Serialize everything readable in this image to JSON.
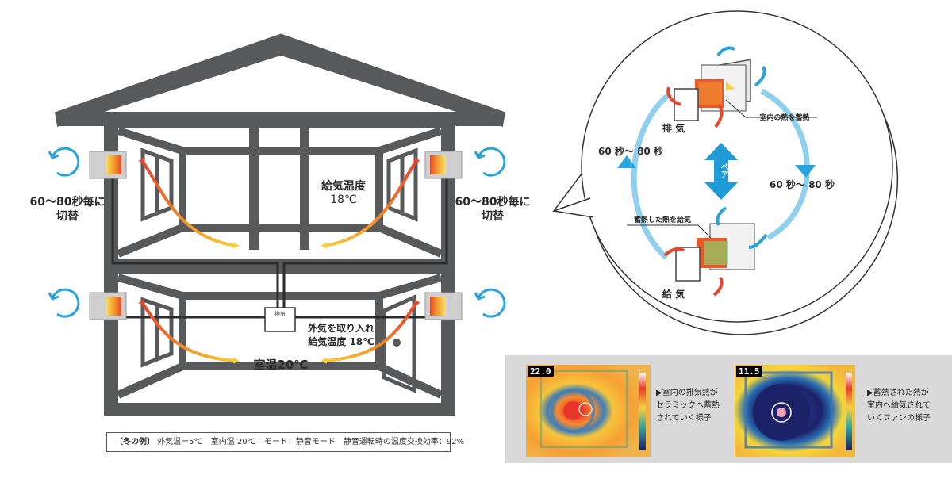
{
  "house": {
    "left_cycle_label_1": "60〜80秒毎に",
    "left_cycle_label_2": "切替",
    "right_cycle_label_1": "60〜80秒毎に",
    "right_cycle_label_2": "切替",
    "supply_temp_label_1": "給気温度",
    "supply_temp_label_2": "18℃",
    "intake_label_1": "外気を取り入れ",
    "intake_label_2": "給気温度 18℃",
    "room_temp_label": "室温20℃",
    "controller_text": "換気"
  },
  "note": {
    "title": "〔冬の例〕",
    "text": "外気温ー5℃　室内温 20℃　モード：静音モード　静音運転時の温度交換効率：92%"
  },
  "bubble": {
    "exhaust_label": "排 気",
    "supply_label": "給 気",
    "pair_label": "ペア",
    "left_interval": "60 秒〜 80 秒",
    "right_interval": "60 秒〜 80 秒",
    "store_heat_label": "室内の熱を蓄熱",
    "supply_heat_label": "蓄熱した熱を給気"
  },
  "thermal": {
    "image1_temp": "22.0",
    "image2_temp": "11.5",
    "caption1_lines": [
      "▶室内の排気熱が",
      "セラミックへ蓄熱",
      "されていく様子"
    ],
    "caption2_lines": [
      "▶蓄熱された熱が",
      "室内へ給気されて",
      "いくファンの様子"
    ]
  },
  "colors": {
    "house_gray": "#58595b",
    "cycle_blue": "#29a3dc",
    "arrow_orange": "#f39a2b",
    "arrow_yellow": "#f6cf3d",
    "panel_gray": "#d9d9da"
  }
}
